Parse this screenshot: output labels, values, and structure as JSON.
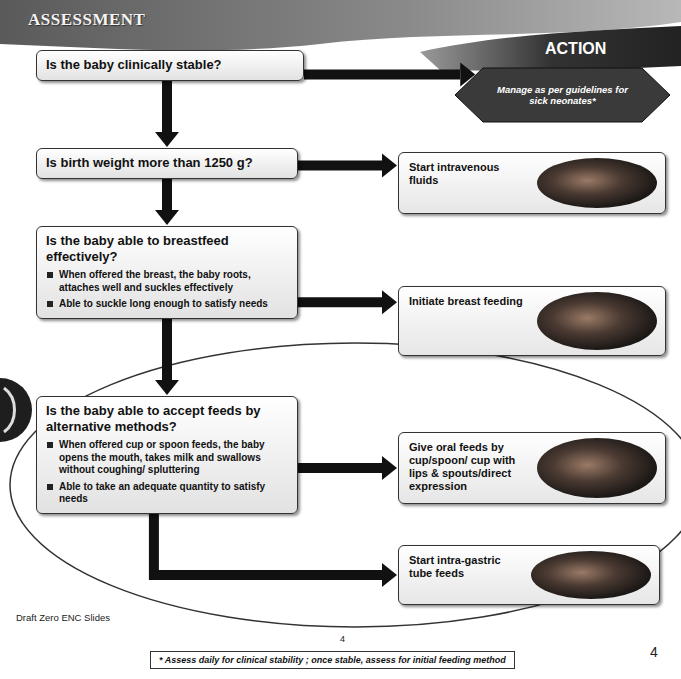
{
  "diagram": {
    "title": "ASSESSMENT",
    "nodes": [
      {
        "text": [
          "Is the baby clinically stable?"
        ]
      },
      {
        "text": [
          "Is birth weight more than 1250 g?"
        ]
      },
      {
        "text": [
          "Is the baby able to breastfeed effectively?",
          "When offered the breast, the baby roots, attaches well and suckles effectively",
          "Able to suckle long enough to satisfy needs"
        ]
      },
      {
        "text": [
          "Is the baby able to accept feeds by alternative methods?",
          "When offered cup or spoon feeds, the baby opens the mouth, takes milk and swallows without coughing/ spluttering",
          "Able to take an adequate quantity to satisfy needs"
        ]
      },
      {
        "text": [
          "Manage as per guidelines for sick neonates*"
        ]
      },
      {
        "text": [
          "Start intravenous fluids"
        ]
      },
      {
        "text": [
          "Initiate breast feeding"
        ]
      },
      {
        "text": [
          "Give oral feeds by cup/spoon/ cup with lips & spouts/direct expression"
        ]
      },
      {
        "text": [
          "Start intra-gastric tube feeds"
        ]
      },
      {
        "text": [
          "* Assess daily for clinical stability ; once stable, assess for initial feeding method"
        ]
      }
    ],
    "edges": [
      {
        "from": 0,
        "to": 4,
        "arrow": "to"
      },
      {
        "from": 0,
        "to": 1,
        "arrow": "to"
      },
      {
        "from": 1,
        "to": 5,
        "arrow": "to"
      },
      {
        "from": 1,
        "to": 2,
        "arrow": "to"
      },
      {
        "from": 2,
        "to": 6,
        "arrow": "to"
      },
      {
        "from": 2,
        "to": 3,
        "arrow": "to"
      },
      {
        "from": 3,
        "to": 7,
        "arrow": "to"
      },
      {
        "from": 3,
        "to": 8,
        "arrow": "to"
      }
    ],
    "labels": [
      "ACTION",
      "Draft Zero ENC Slides",
      "4",
      "4"
    ]
  }
}
